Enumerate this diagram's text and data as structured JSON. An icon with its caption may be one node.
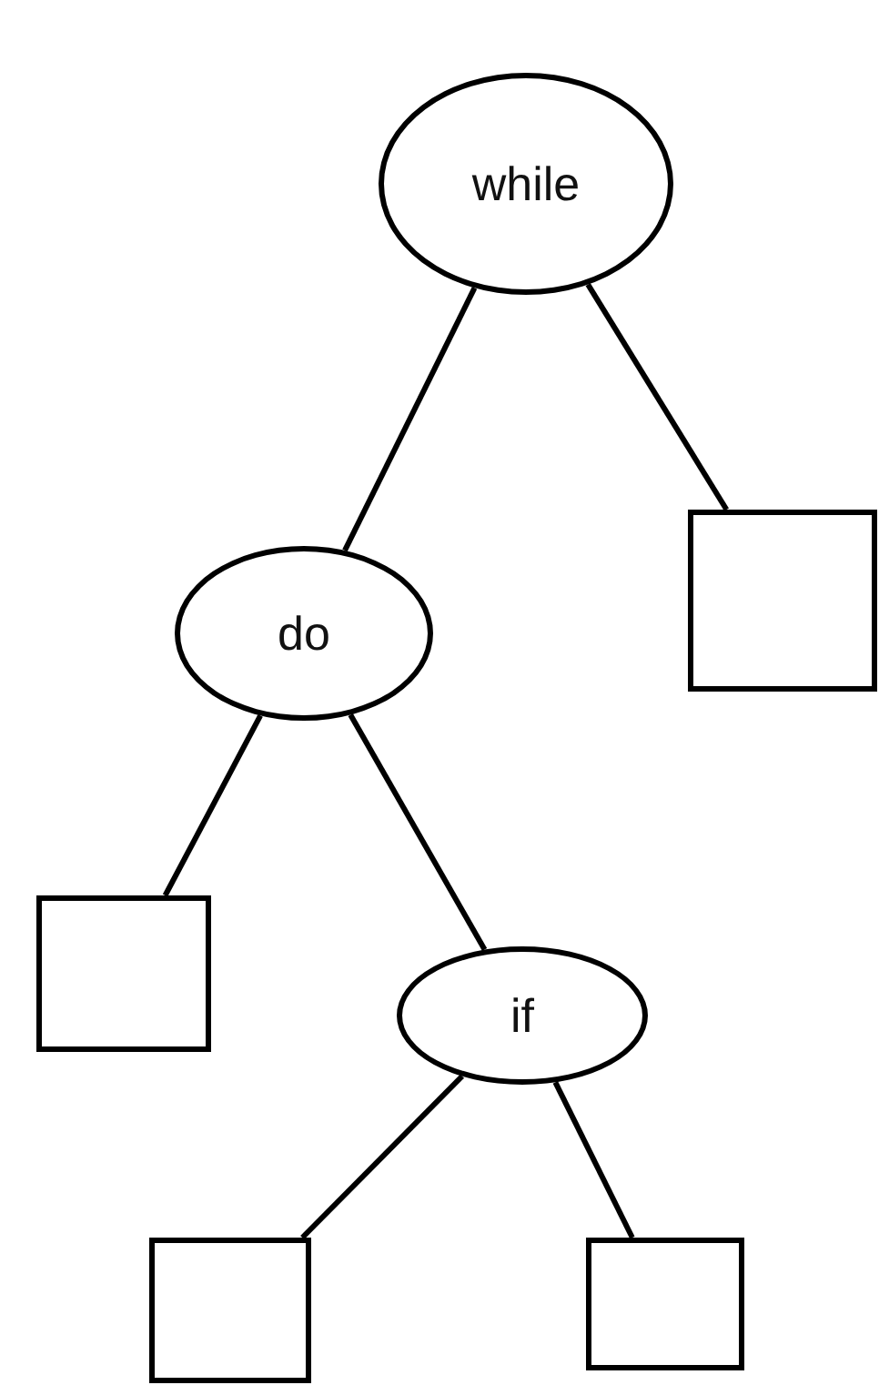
{
  "diagram": {
    "nodes": [
      {
        "text": [
          "while"
        ]
      },
      {
        "text": [
          "do"
        ]
      },
      {
        "text": [],
        "shape": "box"
      },
      {
        "text": [],
        "shape": "box"
      },
      {
        "text": [
          "if"
        ]
      },
      {
        "text": [],
        "shape": "box"
      },
      {
        "text": [],
        "shape": "box"
      }
    ],
    "edges": [
      {
        "from": 0,
        "to": 1,
        "arrow": "none"
      },
      {
        "from": 0,
        "to": 2,
        "arrow": "none"
      },
      {
        "from": 1,
        "to": 3,
        "arrow": "none"
      },
      {
        "from": 1,
        "to": 4,
        "arrow": "none"
      },
      {
        "from": 4,
        "to": 5,
        "arrow": "none"
      },
      {
        "from": 4,
        "to": 6,
        "arrow": "none"
      }
    ]
  }
}
